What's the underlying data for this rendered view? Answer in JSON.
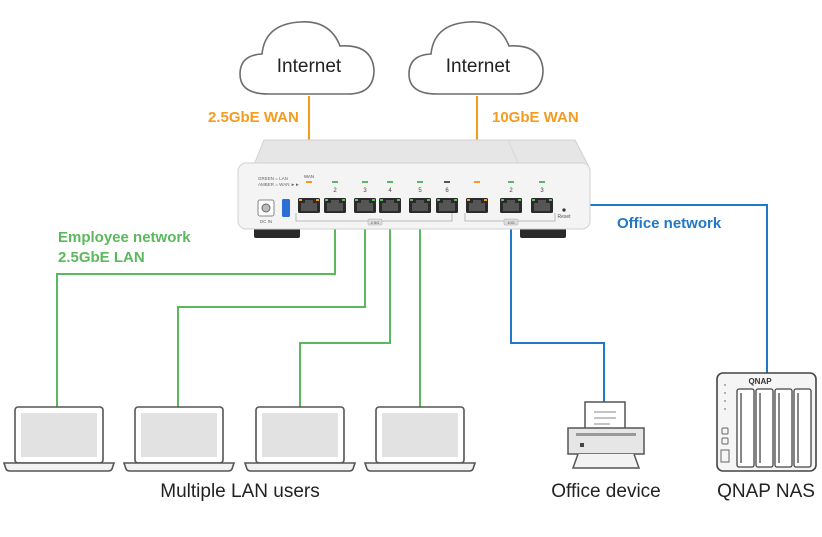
{
  "colors": {
    "wan": "#f39c1f",
    "lan": "#5cb85c",
    "office": "#1f78c8",
    "text": "#222222",
    "device_body": "#f4f4f4",
    "device_stroke": "#cfcfcf"
  },
  "clouds": [
    {
      "label": "Internet"
    },
    {
      "label": "Internet"
    }
  ],
  "wan_labels": [
    "2.5GbE WAN",
    "10GbE WAN"
  ],
  "employee_network": {
    "line1": "Employee network",
    "line2": "2.5GbE LAN"
  },
  "office_network_label": "Office network",
  "router": {
    "legend_line1": "GREEN = LAN",
    "legend_line2": "AMBER = WAN ►►",
    "wan_port_label": "WAN",
    "dc_label": "DC IN",
    "reset_label": "Reset",
    "group_labels": [
      "2.5G",
      "10G"
    ],
    "port_numbers": [
      "",
      "2",
      "3",
      "4",
      "5",
      "6",
      "",
      "2",
      "3"
    ]
  },
  "bottom_labels": {
    "lan_users": "Multiple LAN users",
    "office_device": "Office device",
    "nas": "QNAP NAS"
  },
  "nas_brand": "QNAP",
  "icons": [
    "cloud-icon",
    "router-icon",
    "laptop-icon",
    "printer-icon",
    "nas-icon"
  ]
}
